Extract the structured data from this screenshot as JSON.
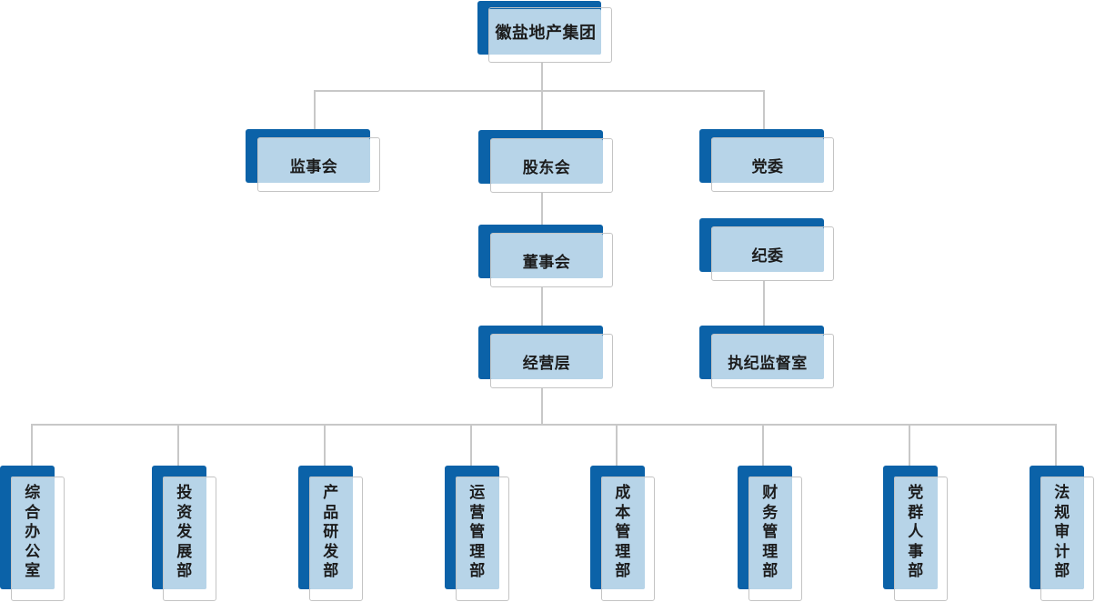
{
  "org": {
    "root": "徽盐地产集团",
    "supervisors": "监事会",
    "shareholders": "股东会",
    "party_committee": "党委",
    "board": "董事会",
    "discipline_committee": "纪委",
    "discipline_office": "执纪监督室",
    "management": "经营层",
    "departments": [
      "综合办公室",
      "投资发展部",
      "产品研发部",
      "运营管理部",
      "成本管理部",
      "财务管理部",
      "党群人事部",
      "法规审计部"
    ]
  },
  "colors": {
    "box_shadow": "#0b62a8",
    "box_fill": "#b7d4e8",
    "box_frame": "#c4c4c4",
    "connector": "#c8c8c8",
    "text": "#1c1c1c"
  }
}
